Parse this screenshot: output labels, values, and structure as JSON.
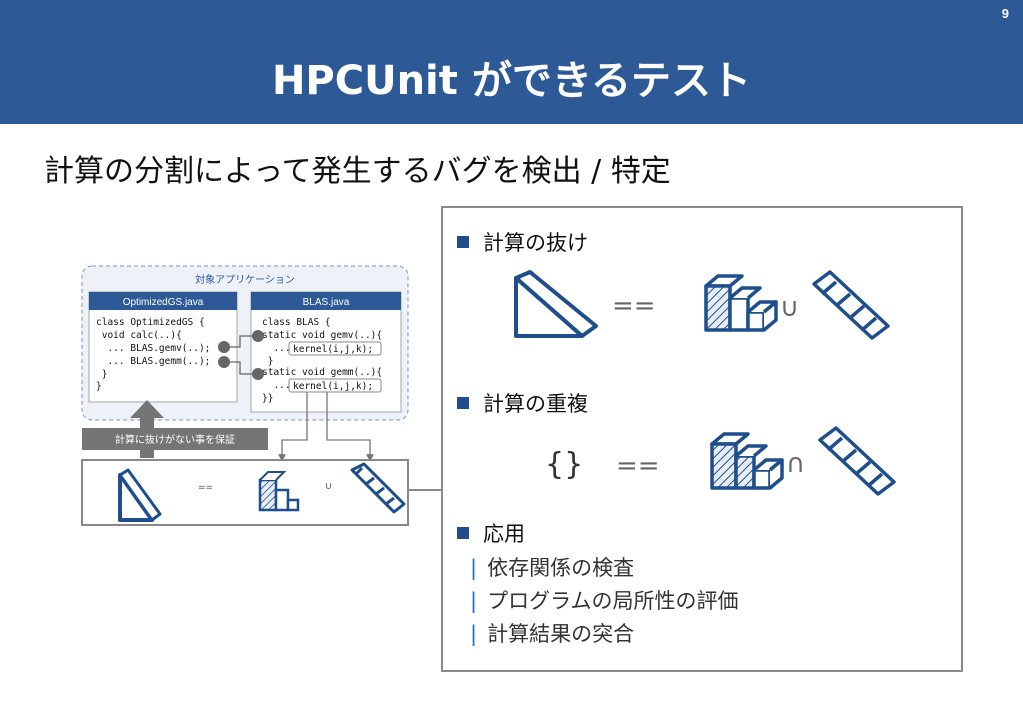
{
  "page_number": "9",
  "title": "HPCUnit ができるテスト",
  "subtitle": "計算の分割によって発生するバグを検出 / 特定",
  "diagram": {
    "target_app_label": "対象アプリケーション",
    "file1_name": "OptimizedGS.java",
    "file1_lines": [
      "class OptimizedGS {",
      " void calc(..){",
      "  ... BLAS.gemv(..);",
      "  ... BLAS.gemm(..);",
      " }",
      "}"
    ],
    "file2_name": "BLAS.java",
    "file2_lines": [
      "class BLAS {",
      "static void gemv(..){",
      "  ...",
      " }",
      "static void gemm(..){",
      "  ...",
      "}}"
    ],
    "kernel_call": "kernel(i,j,k);",
    "guarantee_label": "計算に抜けがない事を保証",
    "eq_small": "==",
    "union_small": "∪"
  },
  "panel": {
    "bullet1": "計算の抜け",
    "bullet2": "計算の重複",
    "bullet3": "応用",
    "eq": "==",
    "union": "∪",
    "intersect": "∩",
    "empty_set": "{}",
    "sub_items": [
      "依存関係の検査",
      "プログラムの局所性の評価",
      "計算結果の突合"
    ],
    "sub_marker": "|"
  },
  "colors": {
    "header": "#2d5a96",
    "accent": "#1f4e8c",
    "gray_box": "#757575"
  }
}
